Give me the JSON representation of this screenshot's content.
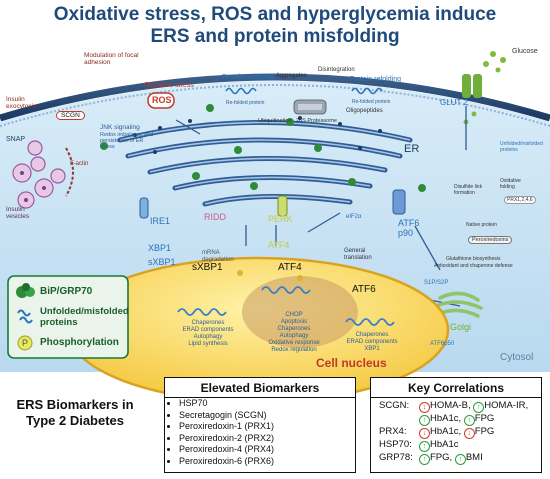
{
  "title": {
    "line1": "Oxidative stress, ROS and hyperglycemia induce",
    "line2": "ERS and protein misfolding"
  },
  "diagram": {
    "modulation": "Modulation of focal adhesion",
    "insulin_exocytosis": "Insulin exocytosis",
    "scgn": "SCGN",
    "snap": "SNAP",
    "insulin_vesicles": "Insulin vesicles",
    "jnk": "JNK signaling",
    "jnk_sub": "Redox imbalance and persistence of ER stress",
    "f_actin": "F-actin",
    "oxidative_stress": "Oxidative stress",
    "ros": "ROS",
    "protein_refolding": "Protein refolding",
    "aggregates": "Aggregates",
    "disintegration": "Disintegration",
    "protein_refolding2": "Protein refolding",
    "refolded1": "Re-folded protein",
    "refolded2": "Re-folded protein",
    "ubiquitination": "Ubiquitination",
    "proteasome": "26S Proteasome",
    "oligopeptides": "Oligopeptides",
    "glucose": "Glucose",
    "glut2": "GLUT 2",
    "er": "ER",
    "unfolded_small": "Unfolded/misfolded proteins",
    "ire1": "IRE1",
    "ridd": "RIDD",
    "xbp1": "XBP1",
    "sxbp1": "sXBP1",
    "mrna_degradation": "mRNA degradation",
    "perk": "PERK",
    "atf4": "ATF4",
    "eif2a": "eIF2α",
    "general_translation": "General translation",
    "atf6_p90": "ATF6 p90",
    "disulfide": "Disulfide link formation",
    "oxidative_folding": "Oxidative folding",
    "prx": "PRX1,2,4,6",
    "native_protein": "Native protein",
    "peroxiredoxins": "Peroxiredoxins",
    "glutathione": "Glutathione biosynthesis",
    "antioxidant": "Antioxidant and chaperone defense",
    "s1p_s2p": "S1P/S2P",
    "golgi": "Golgi",
    "atf6_p50": "ATF6p50",
    "cytosol": "Cytosol",
    "nucleus": {
      "label": "Cell nucleus",
      "sxbp1": "sXBP1",
      "atf4": "ATF4",
      "atf6": "ATF6",
      "sxbp1_targets": [
        "Chaperones",
        "ERAD components",
        "Autophagy",
        "Lipid synthesis"
      ],
      "atf4_targets": [
        "CHOP",
        "Apoptosis",
        "Chaperones",
        "Autophagy",
        "Oxidative response",
        "Redox regulation"
      ],
      "atf6_targets": [
        "Chaperones",
        "ERAD components",
        "XBP1"
      ]
    },
    "legend": [
      {
        "label": "BiP/GRP70",
        "icon": "bip-icon"
      },
      {
        "label": "Unfolded/misfolded proteins",
        "icon": "misfolded-protein-icon"
      },
      {
        "label": "Phosphorylation",
        "icon": "phosphorylation-icon"
      }
    ]
  },
  "bottom": {
    "heading": "ERS Biomarkers in Type 2 Diabetes",
    "biomarkers": {
      "title": "Elevated Biomarkers",
      "items": [
        "HSP70",
        "Secretagogin (SCGN)",
        "Peroxiredoxin-1 (PRX1)",
        "Peroxiredoxin-2 (PRX2)",
        "Peroxiredoxin-4 (PRX4)",
        "Peroxiredoxin-6 (PRX6)"
      ]
    },
    "correlations": {
      "title": "Key Correlations",
      "rows": [
        {
          "name": "SCGN:",
          "items": [
            {
              "dir": "down",
              "text": "HOMA-B,"
            },
            {
              "dir": "up",
              "text": "HOMA-IR,"
            }
          ]
        },
        {
          "name": "",
          "items": [
            {
              "dir": "up",
              "text": "HbA1c,"
            },
            {
              "dir": "up",
              "text": "FPG"
            }
          ]
        },
        {
          "name": "PRX4:",
          "items": [
            {
              "dir": "down",
              "text": "HbA1c,"
            },
            {
              "dir": "down",
              "text": "FPG"
            }
          ]
        },
        {
          "name": "HSP70:",
          "items": [
            {
              "dir": "up",
              "text": "HbA1c"
            }
          ]
        },
        {
          "name": "GRP78:",
          "items": [
            {
              "dir": "up",
              "text": "FPG,"
            },
            {
              "dir": "up",
              "text": "BMI"
            }
          ]
        }
      ]
    }
  }
}
